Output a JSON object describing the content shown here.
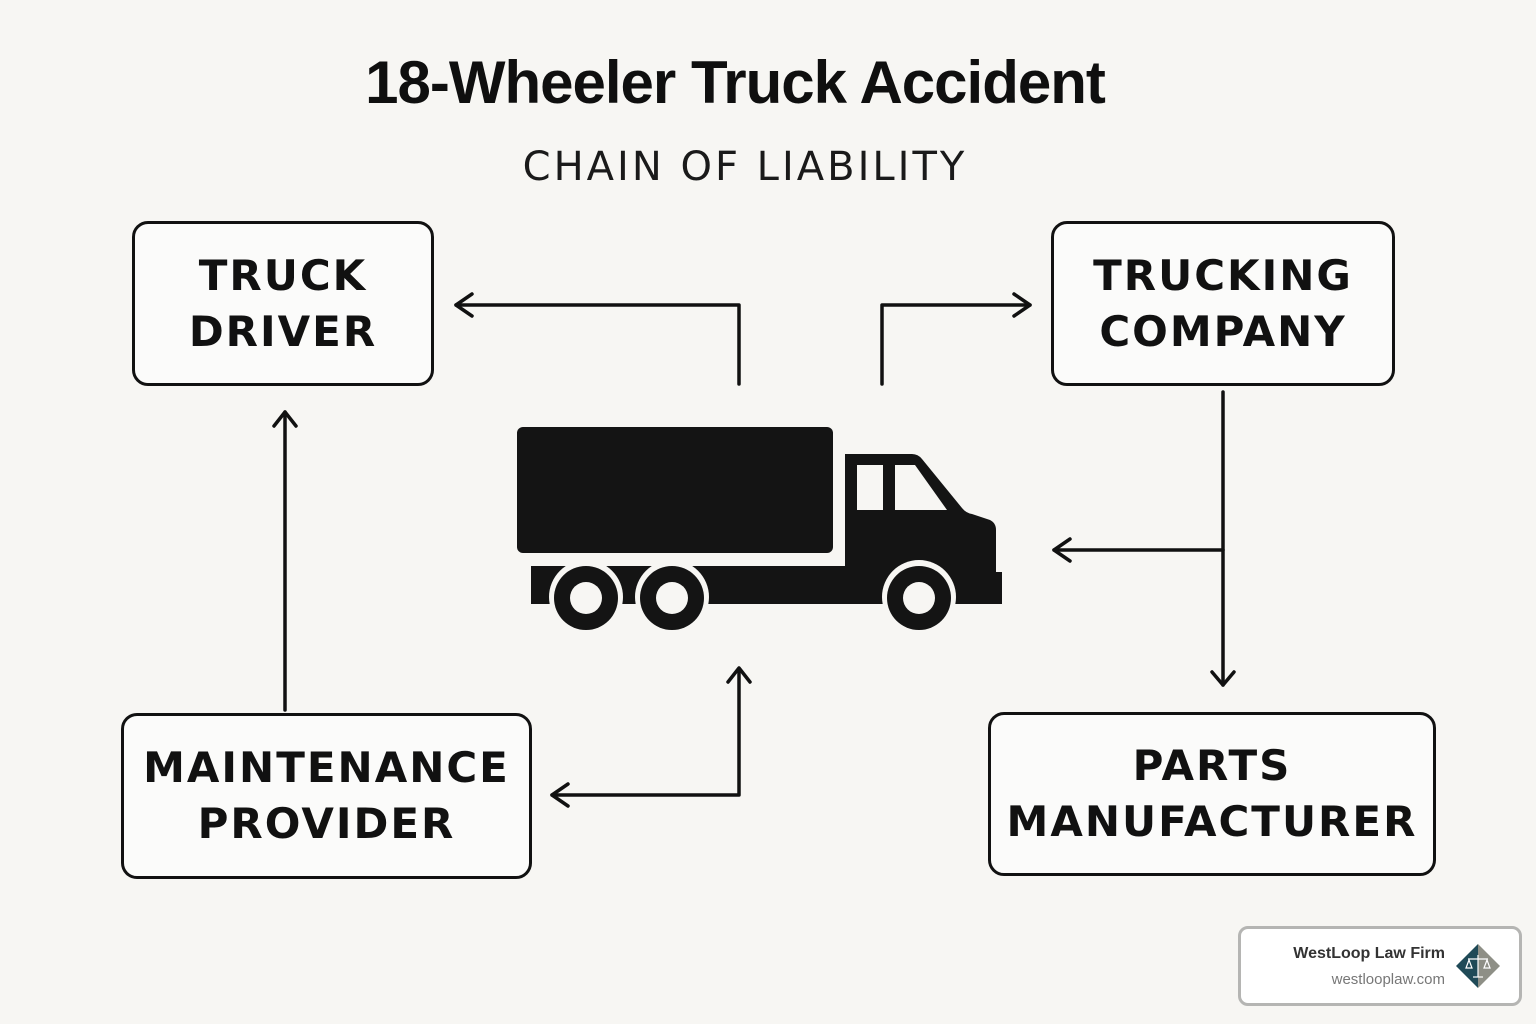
{
  "header": {
    "title": "18-Wheeler Truck Accident",
    "subtitle": "CHAIN OF LIABILITY"
  },
  "center": {
    "icon": "truck-icon"
  },
  "nodes": {
    "truck_driver": {
      "line1": "TRUCK",
      "line2": "DRIVER"
    },
    "trucking_company": {
      "line1": "TRUCKING",
      "line2": "COMPANY"
    },
    "maintenance_provider": {
      "line1": "MAINTENANCE",
      "line2": "PROVIDER"
    },
    "parts_manufacturer": {
      "line1": "PARTS",
      "line2": "MANUFACTURER"
    }
  },
  "connections": [
    {
      "from": "truck",
      "to": "truck_driver"
    },
    {
      "from": "truck",
      "to": "trucking_company"
    },
    {
      "from": "trucking_company",
      "to": "truck"
    },
    {
      "from": "trucking_company",
      "to": "parts_manufacturer"
    },
    {
      "from": "maintenance_provider",
      "to": "truck_driver"
    },
    {
      "from": "truck",
      "to": "maintenance_provider"
    }
  ],
  "branding": {
    "name": "WestLoop Law Firm",
    "url": "westlooplaw.com",
    "logo_icon": "scales-of-justice-icon",
    "logo_colors": [
      "#1f4a57",
      "#8e8f86"
    ]
  }
}
